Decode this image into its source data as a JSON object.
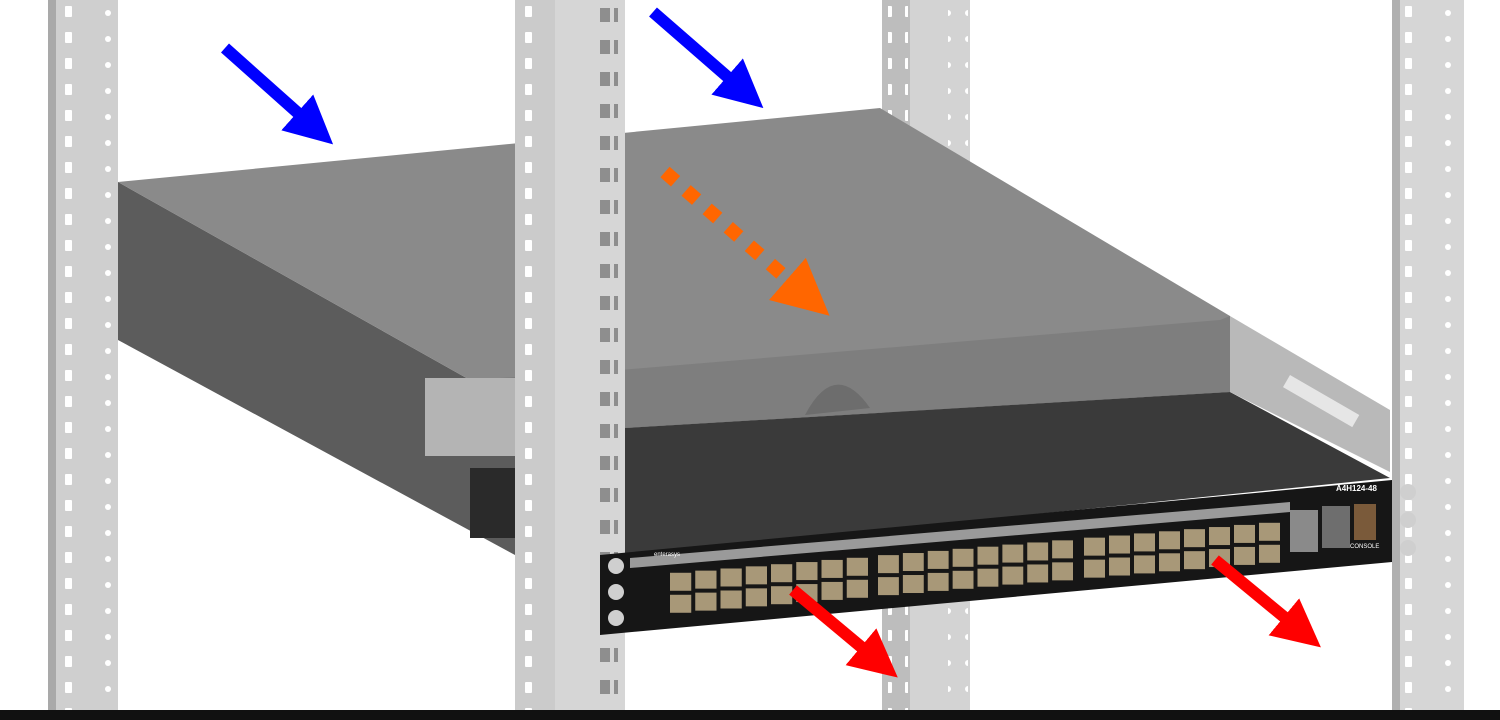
{
  "diagram": {
    "subject": "rack-mounted network switch",
    "front_panel": {
      "logo_text": "enterasys",
      "model_text": "A4H124-48",
      "console_label": "CONSOLE"
    },
    "airflow": {
      "intake_arrow_color": "#0000ff",
      "internal_arrow_color": "#ff6600",
      "exhaust_arrow_color": "#ff0000"
    },
    "colors": {
      "rack_post": "#c8c8c8",
      "chassis_top": "#8a8a8a",
      "chassis_side": "#5a5a5a",
      "front_panel": "#161616",
      "port": "#a89878",
      "bottom_band": "#111111"
    }
  }
}
